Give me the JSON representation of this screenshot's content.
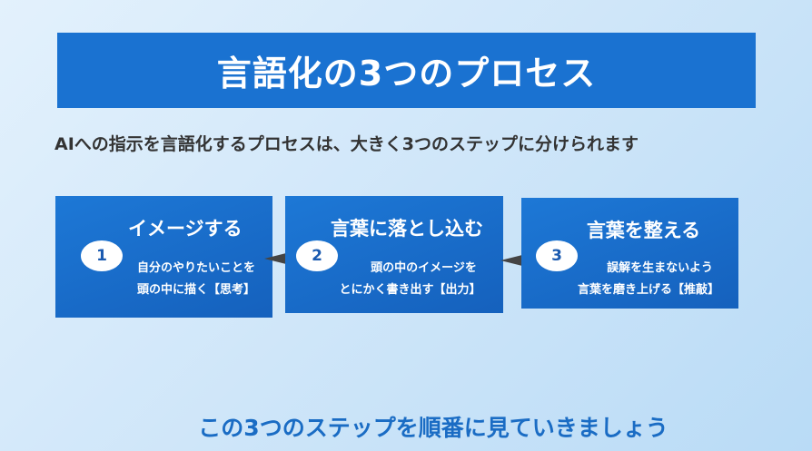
{
  "title": "言語化の3つのプロセス",
  "subtitle": "AIへの指示を言語化するプロセスは、大きく3つのステップに分けられます",
  "steps": [
    {
      "number": "1",
      "title": "イメージする",
      "line1": "自分のやりたいことを",
      "line2": "頭の中に描く【思考】"
    },
    {
      "number": "2",
      "title": "言葉に落とし込む",
      "line1": "頭の中のイメージを",
      "line2": "とにかく書き出す【出力】"
    },
    {
      "number": "3",
      "title": "言葉を整える",
      "line1": "誤解を生まないよう",
      "line2": "言葉を磨き上げる【推敲】"
    }
  ],
  "footer": "この3つのステップを順番に見ていきましょう"
}
